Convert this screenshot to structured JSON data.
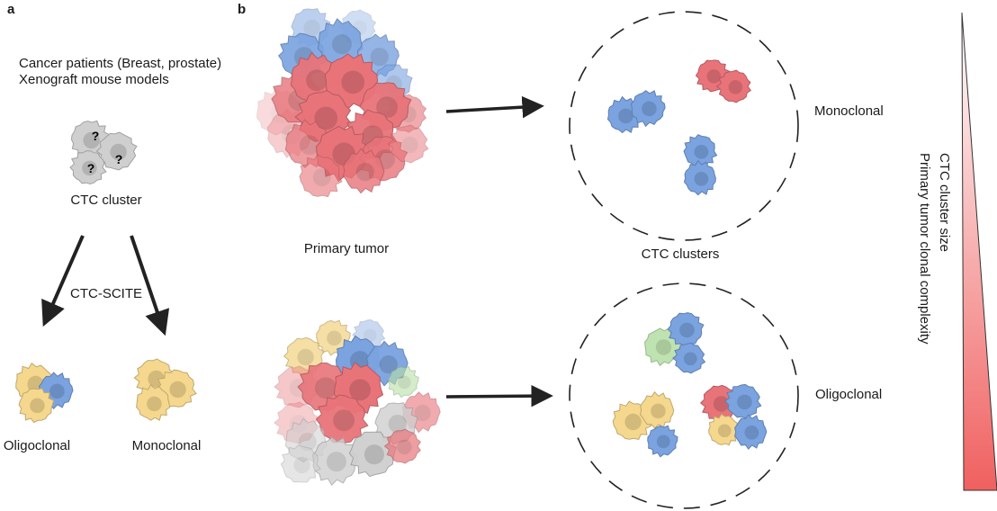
{
  "panel_a": {
    "letter": "a",
    "source_line1": "Cancer patients (Breast, prostate)",
    "source_line2": "Xenograft mouse models",
    "cluster_label": "CTC cluster",
    "unknown_mark": "?",
    "method_label": "CTC-SCITE",
    "result_left": "Oligoclonal",
    "result_right": "Monoclonal"
  },
  "panel_b": {
    "letter": "b",
    "primary_tumor_label": "Primary tumor",
    "ctc_clusters_label": "CTC clusters",
    "top_result": "Monoclonal",
    "bottom_result": "Oligoclonal"
  },
  "gradient": {
    "label_size": "CTC cluster size",
    "label_complexity": "Primary tumor clonal complexity",
    "color_top": "#ffffff",
    "color_bottom": "#f06060"
  },
  "colors": {
    "red": "#e8747a",
    "blue": "#7aa3e0",
    "yellow": "#f5d88e",
    "green": "#b9e0a8",
    "gray": "#cfcfcf",
    "arrow": "#222222"
  }
}
